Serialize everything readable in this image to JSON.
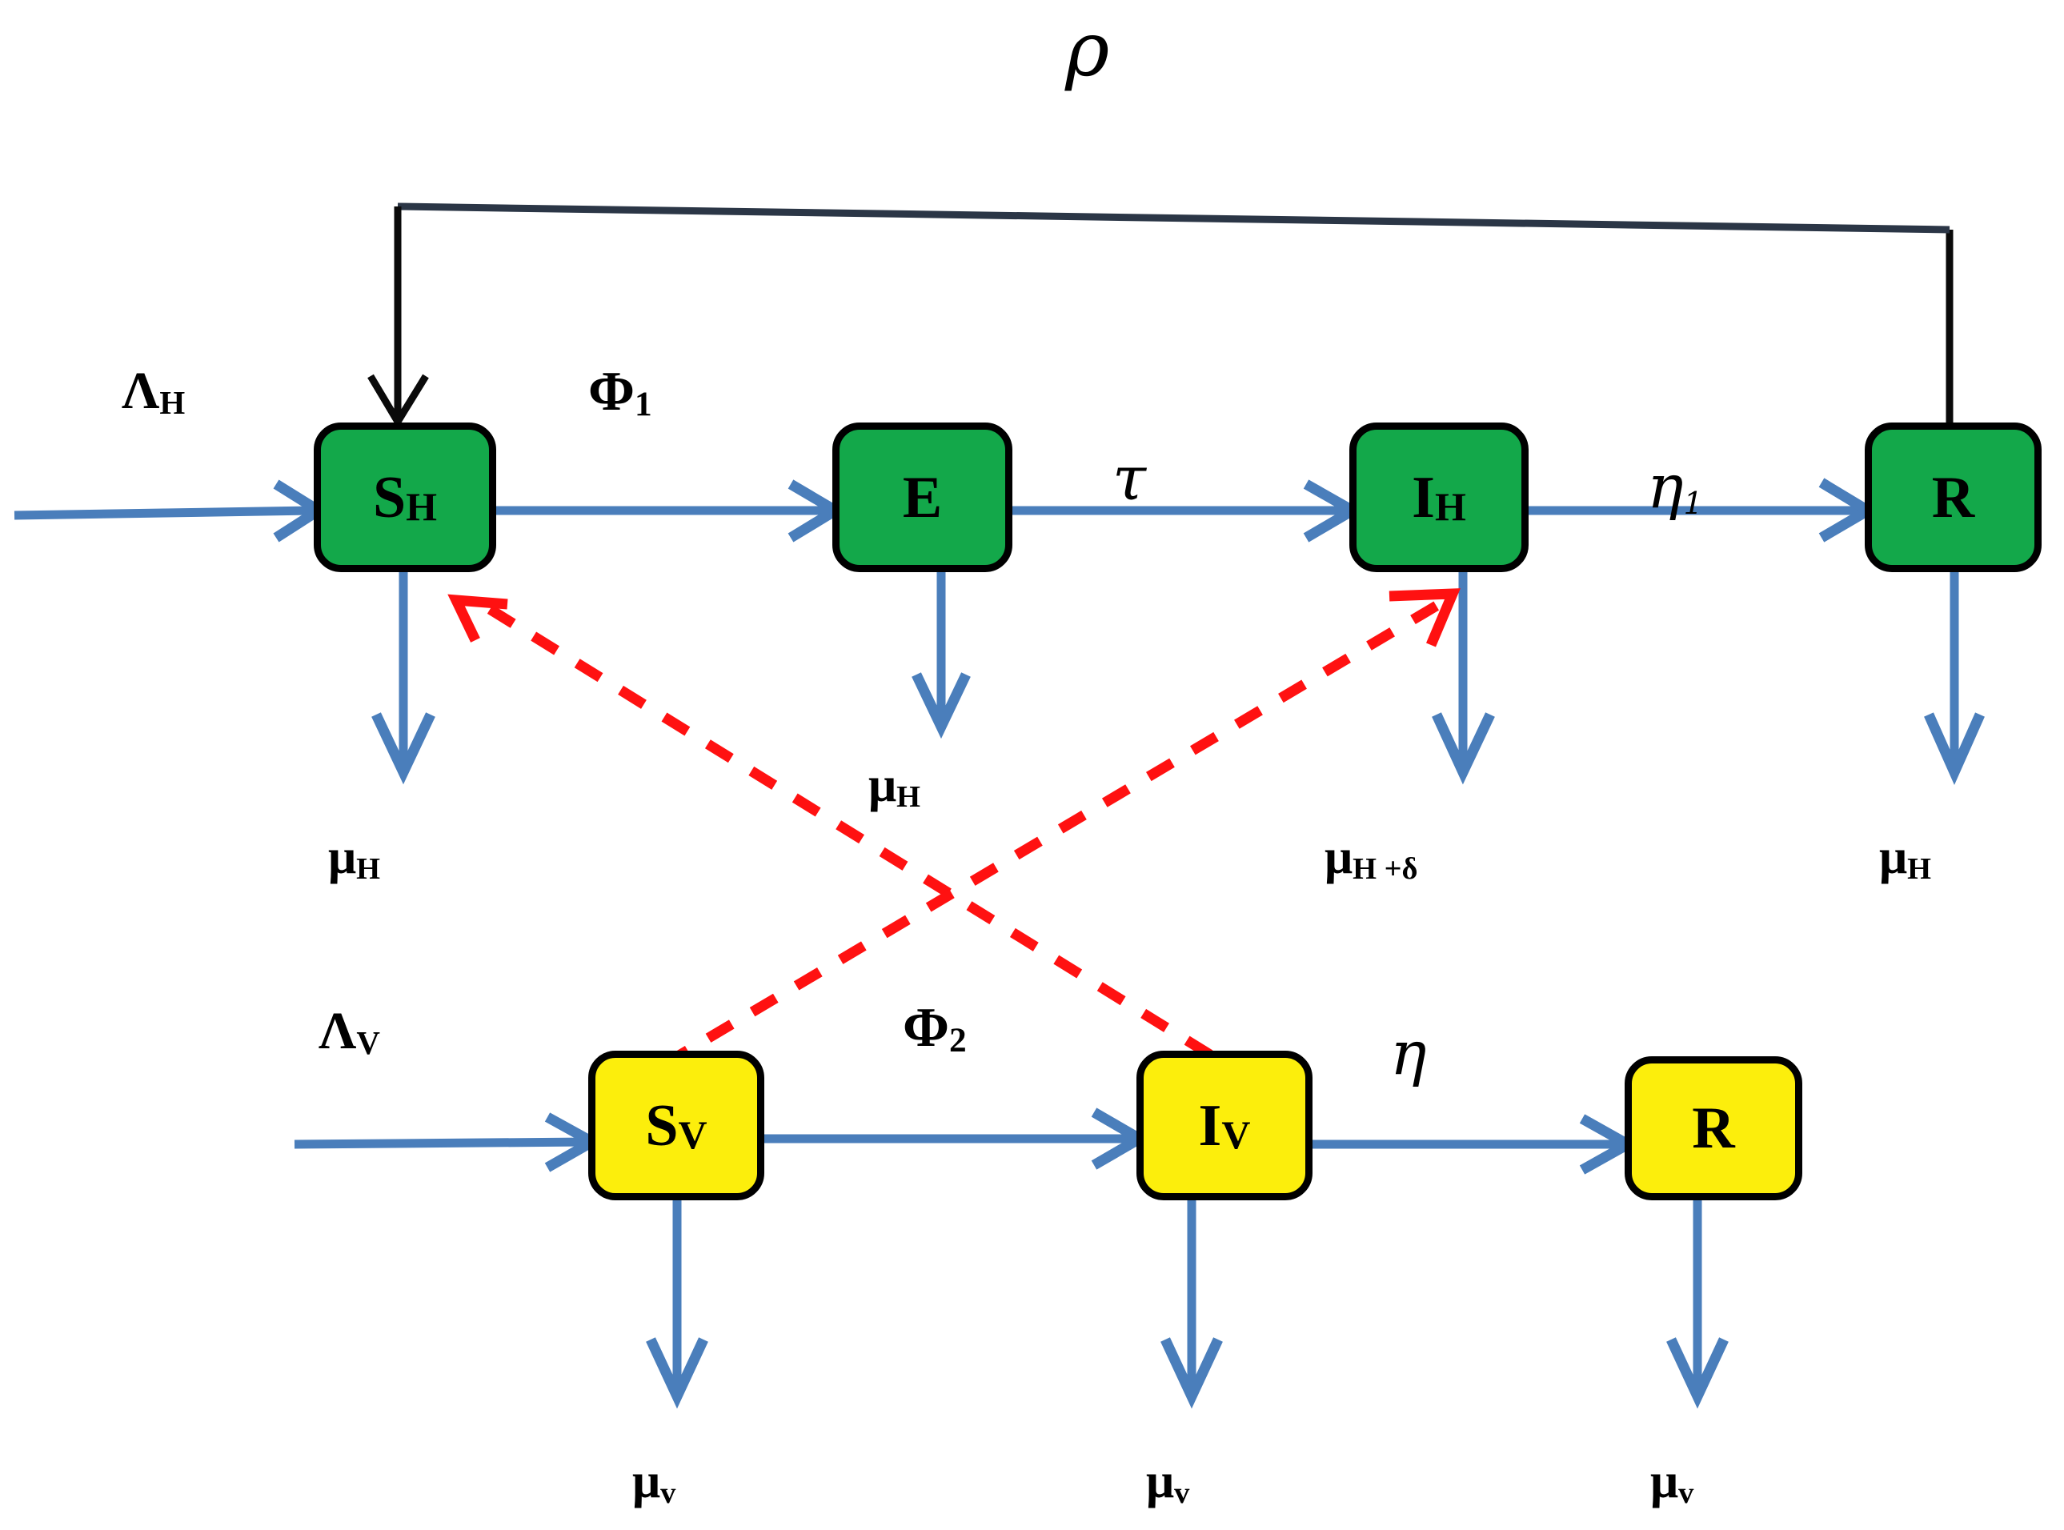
{
  "diagram": {
    "title": "Host-vector compartmental transmission model",
    "colors": {
      "host_box_fill": "#13a84a",
      "vector_box_fill": "#fcee0c",
      "box_border": "#000000",
      "flow_arrow": "#4a7ebb",
      "feedback_arrow": "#1f2a3a",
      "transmission_arrow": "#ff0000",
      "background": "#ffffff"
    },
    "host_row": {
      "compartments": [
        {
          "id": "S_H",
          "symbol": "S",
          "subscript": "H",
          "fill": "#13a84a"
        },
        {
          "id": "E",
          "symbol": "E",
          "subscript": "",
          "fill": "#13a84a"
        },
        {
          "id": "I_H",
          "symbol": "I",
          "subscript": "H",
          "fill": "#13a84a"
        },
        {
          "id": "R_H",
          "symbol": "R",
          "subscript": "",
          "fill": "#13a84a"
        }
      ],
      "inflow_label": {
        "symbol": "Λ",
        "subscript": "H"
      },
      "transition_labels": [
        {
          "symbol": "Φ",
          "subscript": "1",
          "style": "bold"
        },
        {
          "symbol": "τ",
          "subscript": "",
          "style": "italic"
        },
        {
          "symbol": "η",
          "subscript": "1",
          "style": "italic"
        }
      ],
      "feedback_label": {
        "symbol": "ρ",
        "subscript": "",
        "style": "italic"
      },
      "outflow_labels": [
        {
          "symbol": "μ",
          "subscript": "H",
          "extra": ""
        },
        {
          "symbol": "μ",
          "subscript": "H",
          "extra": ""
        },
        {
          "symbol": "μ",
          "subscript": "H",
          "extra": " +δ"
        },
        {
          "symbol": "μ",
          "subscript": "H",
          "extra": ""
        }
      ]
    },
    "vector_row": {
      "compartments": [
        {
          "id": "S_V",
          "symbol": "S",
          "subscript": "V",
          "fill": "#fcee0c"
        },
        {
          "id": "I_V",
          "symbol": "I",
          "subscript": "V",
          "fill": "#fcee0c"
        },
        {
          "id": "R_V",
          "symbol": "R",
          "subscript": "",
          "fill": "#fcee0c"
        }
      ],
      "inflow_label": {
        "symbol": "Λ",
        "subscript": "V"
      },
      "transition_labels": [
        {
          "symbol": "Φ",
          "subscript": "2",
          "style": "bold"
        },
        {
          "symbol": "η",
          "subscript": "",
          "style": "italic"
        }
      ],
      "outflow_labels": [
        {
          "symbol": "μ",
          "subscript": "v",
          "extra": ""
        },
        {
          "symbol": "μ",
          "subscript": "v",
          "extra": ""
        },
        {
          "symbol": "μ",
          "subscript": "v",
          "extra": ""
        }
      ]
    },
    "cross_transmission": [
      {
        "from": "I_V",
        "to": "S_H",
        "style": "red-dashed"
      },
      {
        "from": "S_V",
        "to": "I_H",
        "style": "red-dashed"
      }
    ],
    "text": {
      "rho": "ρ",
      "lambda_h": "Λ",
      "lambda_h_sub": "H",
      "lambda_v": "Λ",
      "lambda_v_sub": "V",
      "phi1": "Φ",
      "phi1_sub": "1",
      "phi2": "Φ",
      "phi2_sub": "2",
      "tau": "τ",
      "eta1": "η",
      "eta1_sub": "1",
      "eta": "η",
      "mu": "μ",
      "mu_h_sub": "H",
      "mu_v_sub": "v",
      "mu_h_delta_extra": " +δ",
      "sh_symbol": "S",
      "sh_sub": "H",
      "e_symbol": "E",
      "ih_symbol": "I",
      "ih_sub": "H",
      "rh_symbol": "R",
      "sv_symbol": "S",
      "sv_sub": "V",
      "iv_symbol": "I",
      "iv_sub": "V",
      "rv_symbol": "R"
    }
  }
}
